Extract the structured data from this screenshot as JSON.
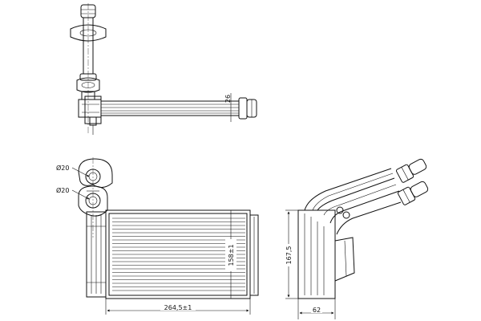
{
  "dimensions": {
    "core_width": "264,5±1",
    "core_height": "158±1",
    "overall_height": "167,5",
    "depth": "62",
    "tube_diameter": "26",
    "pipe_upper": "Ø20",
    "pipe_lower": "Ø20"
  },
  "colors": {
    "stroke": "#111111",
    "background": "#ffffff"
  }
}
